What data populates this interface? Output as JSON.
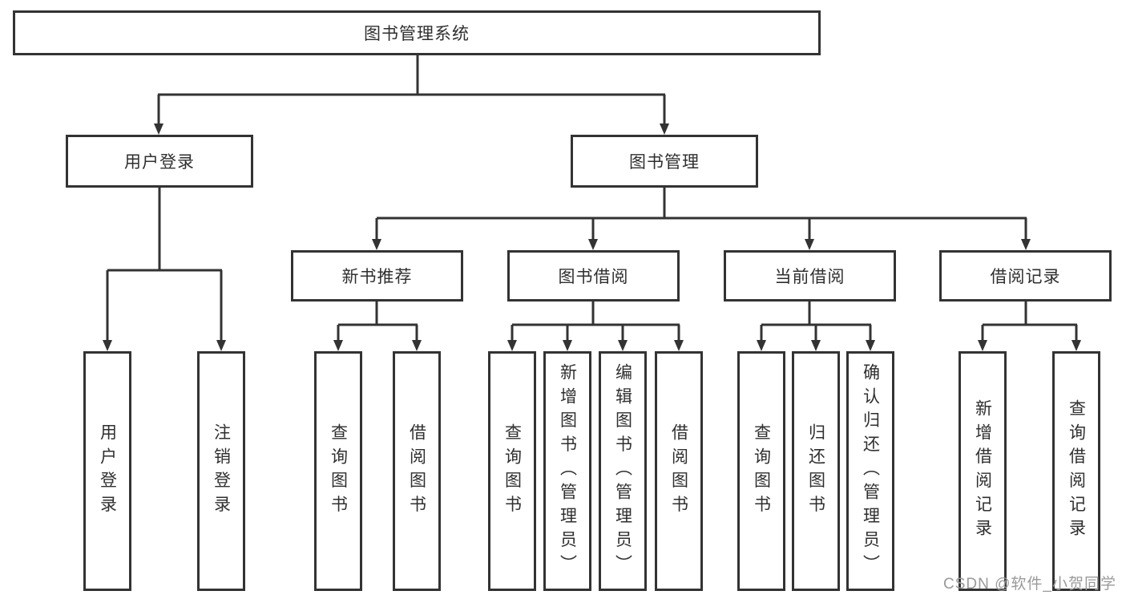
{
  "title": "图书管理系统",
  "level2": [
    {
      "label": "用户登录",
      "children": [
        "用户登录",
        "注销登录"
      ]
    },
    {
      "label": "图书管理"
    }
  ],
  "level3": [
    {
      "label": "新书推荐",
      "children": [
        "查询图书",
        "借阅图书"
      ]
    },
    {
      "label": "图书借阅",
      "children": [
        "查询图书",
        "新增图书（管理员）",
        "编辑图书（管理员）",
        "借阅图书"
      ]
    },
    {
      "label": "当前借阅",
      "children": [
        "查询图书",
        "归还图书",
        "确认归还（管理员）"
      ]
    },
    {
      "label": "借阅记录",
      "children": [
        "新增借阅记录",
        "查询借阅记录"
      ]
    }
  ],
  "watermark": "CSDN @软件_小贺同学",
  "colors": {
    "line": "#333333",
    "box_fill": "#ffffff",
    "text": "#2f2f2f",
    "watermark": "#9a9a9a",
    "background": "#ffffff"
  }
}
